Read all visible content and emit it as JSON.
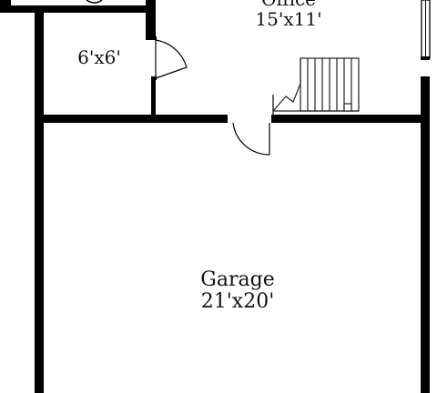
{
  "colors": {
    "wall": "#000000",
    "background": "#ffffff",
    "fixture": "#222222"
  },
  "rooms": {
    "office": {
      "name": "Office",
      "dimensions": "15'x11'"
    },
    "closet": {
      "name": "",
      "dimensions": "6'x6'"
    },
    "garage": {
      "name": "Garage",
      "dimensions": "21'x20'"
    }
  },
  "fixtures": {
    "stairs_icon": "staircase-icon",
    "door_icon": "door-swing-icon",
    "window_icon": "window-icon"
  }
}
